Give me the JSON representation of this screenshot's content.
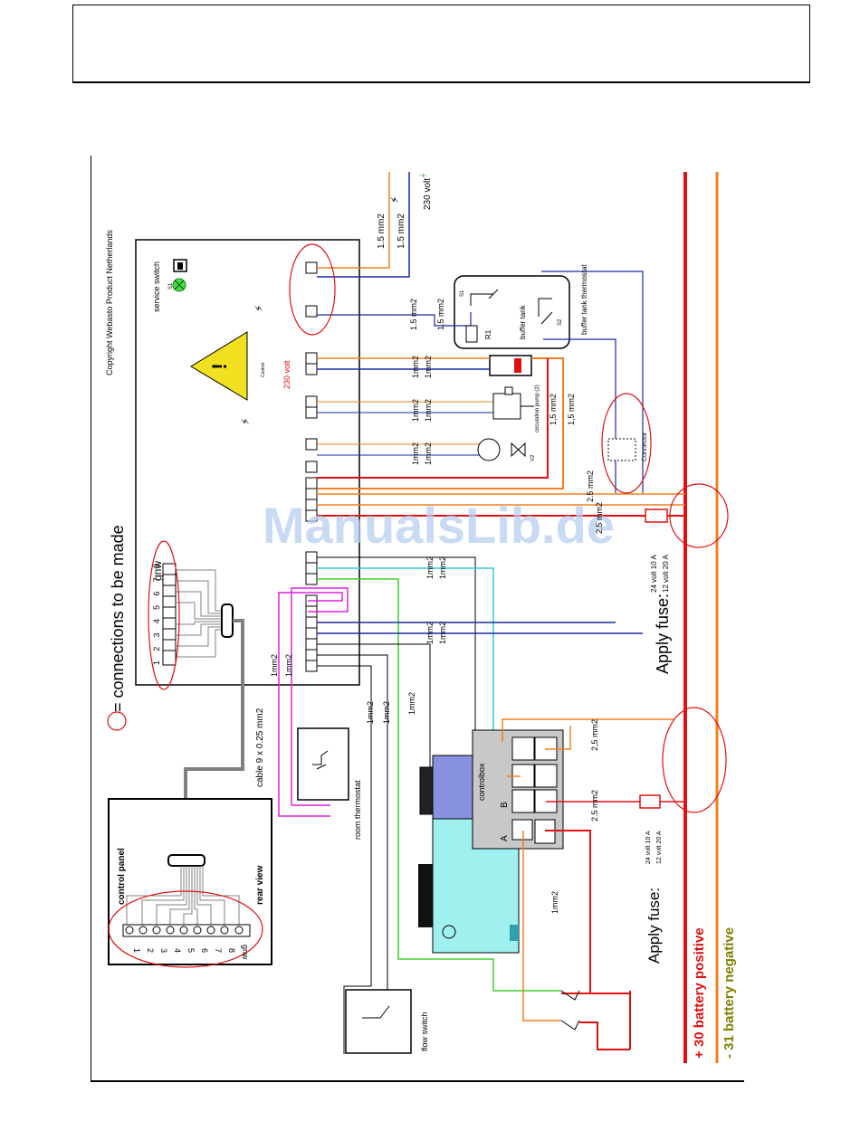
{
  "copyright": "Copyright Webasto Product Netherlands",
  "watermark": "ManualsLib.de",
  "legend": {
    "text": "= connections to be made"
  },
  "controller": {
    "service_switch": "service switch",
    "s1": "S1",
    "voltage_label": "230 volt",
    "control_label": "Control",
    "terminal_numbers": "1 2 3 4 5 6 7 8",
    "gnw": "gnw"
  },
  "mains": {
    "voltage": "230 volt",
    "wire1": "1.5 mm2",
    "wire2": "1.5 mm2"
  },
  "wires": {
    "w_1_5": "1.5 mm2",
    "w_1mm2": "1mm2",
    "w_1_5c": "1,5 mm2",
    "w_2_5": "2.5 mm2",
    "w_2_5b": "2,5 mm2"
  },
  "buffer_tank": {
    "label": "buffer tank",
    "thermostat": "buffer tank thermostat",
    "s1": "S1",
    "s2": "S2",
    "r1": "R1"
  },
  "pump": {
    "label": "circulation pump (2)"
  },
  "valve": {
    "label": "V2"
  },
  "connector": {
    "label": "Connector"
  },
  "fuse_top": {
    "title": "Apply fuse:",
    "v24": "24 volt 10 A",
    "v12": "12 volt 20 A"
  },
  "fuse_bottom": {
    "title": "Apply fuse:",
    "v24": "24 volt 10 A",
    "v12": "12 volt 20 A"
  },
  "cable": {
    "label": "cable 9 x 0.25 mm2"
  },
  "room_thermostat": {
    "label": "room thermostat"
  },
  "control_panel": {
    "title": "control panel",
    "subtitle": "rear view",
    "terminals": [
      "1",
      "2",
      "3",
      "4",
      "5",
      "6",
      "7",
      "8",
      "gnw"
    ]
  },
  "controlbox": {
    "label": "controlbox",
    "a": "A",
    "b": "B"
  },
  "flow_switch": {
    "label": "flow switch"
  },
  "battery": {
    "positive": "+ 30 battery positive",
    "negative": "- 31 battery negative"
  },
  "colors": {
    "red": "#e01010",
    "orange": "#f08020",
    "blue": "#1a2aa0",
    "magenta": "#e020e0",
    "cyan": "#30c8e0",
    "green": "#40d030",
    "gray": "#808080",
    "heater_blue": "#8890e0",
    "heater_cyan": "#a0f0f0",
    "olive": "#808000"
  }
}
